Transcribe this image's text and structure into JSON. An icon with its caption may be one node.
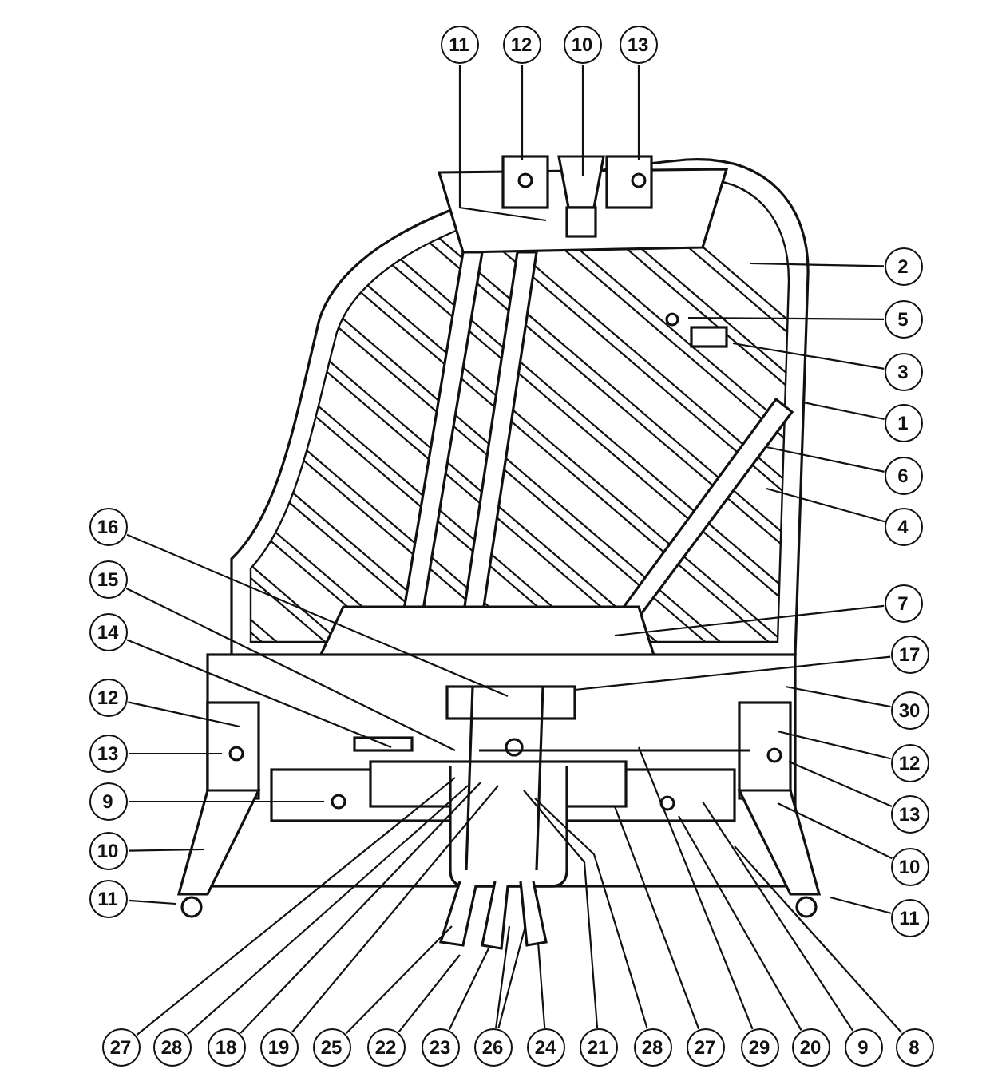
{
  "diagram": {
    "nodes": [
      {
        "text": [
          "11"
        ]
      },
      {
        "text": [
          "12"
        ]
      },
      {
        "text": [
          "10"
        ]
      },
      {
        "text": [
          "13"
        ]
      },
      {
        "text": [
          "2"
        ]
      },
      {
        "text": [
          "5"
        ]
      },
      {
        "text": [
          "3"
        ]
      },
      {
        "text": [
          "1"
        ]
      },
      {
        "text": [
          "6"
        ]
      },
      {
        "text": [
          "4"
        ]
      },
      {
        "text": [
          "7"
        ]
      },
      {
        "text": [
          "17"
        ]
      },
      {
        "text": [
          "30"
        ]
      },
      {
        "text": [
          "12"
        ]
      },
      {
        "text": [
          "13"
        ]
      },
      {
        "text": [
          "10"
        ]
      },
      {
        "text": [
          "11"
        ]
      },
      {
        "text": [
          "16"
        ]
      },
      {
        "text": [
          "15"
        ]
      },
      {
        "text": [
          "14"
        ]
      },
      {
        "text": [
          "12"
        ]
      },
      {
        "text": [
          "13"
        ]
      },
      {
        "text": [
          "9"
        ]
      },
      {
        "text": [
          "10"
        ]
      },
      {
        "text": [
          "11"
        ]
      },
      {
        "text": [
          "27"
        ]
      },
      {
        "text": [
          "28"
        ]
      },
      {
        "text": [
          "18"
        ]
      },
      {
        "text": [
          "19"
        ]
      },
      {
        "text": [
          "25"
        ]
      },
      {
        "text": [
          "22"
        ]
      },
      {
        "text": [
          "23"
        ]
      },
      {
        "text": [
          "26"
        ]
      },
      {
        "text": [
          "24"
        ]
      },
      {
        "text": [
          "21"
        ]
      },
      {
        "text": [
          "28"
        ]
      },
      {
        "text": [
          "27"
        ]
      },
      {
        "text": [
          "29"
        ]
      },
      {
        "text": [
          "20"
        ]
      },
      {
        "text": [
          "9"
        ]
      },
      {
        "text": [
          "8"
        ]
      }
    ],
    "edges": [
      {
        "from": 0,
        "to": null,
        "arrow": "none"
      },
      {
        "from": 1,
        "to": null,
        "arrow": "none"
      },
      {
        "from": 2,
        "to": null,
        "arrow": "none"
      },
      {
        "from": 3,
        "to": null,
        "arrow": "none"
      },
      {
        "from": 4,
        "to": null,
        "arrow": "none"
      },
      {
        "from": 5,
        "to": null,
        "arrow": "none"
      },
      {
        "from": 6,
        "to": null,
        "arrow": "none"
      },
      {
        "from": 7,
        "to": null,
        "arrow": "none"
      },
      {
        "from": 8,
        "to": null,
        "arrow": "none"
      },
      {
        "from": 9,
        "to": null,
        "arrow": "none"
      },
      {
        "from": 10,
        "to": null,
        "arrow": "none"
      },
      {
        "from": 11,
        "to": null,
        "arrow": "none"
      },
      {
        "from": 12,
        "to": null,
        "arrow": "none"
      },
      {
        "from": 13,
        "to": null,
        "arrow": "none"
      },
      {
        "from": 14,
        "to": null,
        "arrow": "none"
      },
      {
        "from": 15,
        "to": null,
        "arrow": "none"
      },
      {
        "from": 16,
        "to": null,
        "arrow": "none"
      },
      {
        "from": 17,
        "to": null,
        "arrow": "none"
      },
      {
        "from": 18,
        "to": null,
        "arrow": "none"
      },
      {
        "from": 19,
        "to": null,
        "arrow": "none"
      },
      {
        "from": 20,
        "to": null,
        "arrow": "none"
      },
      {
        "from": 21,
        "to": null,
        "arrow": "none"
      },
      {
        "from": 22,
        "to": null,
        "arrow": "none"
      },
      {
        "from": 23,
        "to": null,
        "arrow": "none"
      },
      {
        "from": 24,
        "to": null,
        "arrow": "none"
      },
      {
        "from": 25,
        "to": null,
        "arrow": "none"
      },
      {
        "from": 26,
        "to": null,
        "arrow": "none"
      },
      {
        "from": 27,
        "to": null,
        "arrow": "none"
      },
      {
        "from": 28,
        "to": null,
        "arrow": "none"
      },
      {
        "from": 29,
        "to": null,
        "arrow": "none"
      },
      {
        "from": 30,
        "to": null,
        "arrow": "none"
      },
      {
        "from": 31,
        "to": null,
        "arrow": "none"
      },
      {
        "from": 32,
        "to": null,
        "arrow": "none"
      },
      {
        "from": 32,
        "to": null,
        "arrow": "none"
      },
      {
        "from": 33,
        "to": null,
        "arrow": "none"
      },
      {
        "from": 34,
        "to": null,
        "arrow": "none"
      },
      {
        "from": 35,
        "to": null,
        "arrow": "none"
      },
      {
        "from": 36,
        "to": null,
        "arrow": "none"
      },
      {
        "from": 37,
        "to": null,
        "arrow": "none"
      },
      {
        "from": 38,
        "to": null,
        "arrow": "none"
      },
      {
        "from": 39,
        "to": null,
        "arrow": "none"
      },
      {
        "from": 40,
        "to": null,
        "arrow": "none"
      }
    ]
  }
}
